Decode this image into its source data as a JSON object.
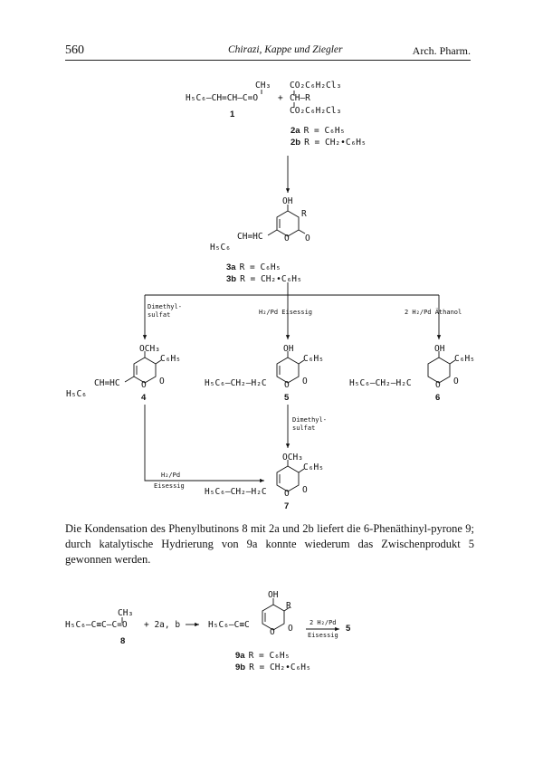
{
  "header": {
    "page_number": "560",
    "authors": "Chirazi, Kappe und Ziegler",
    "journal": "Arch. Pharm."
  },
  "scheme1": {
    "reactant1_ch3": "CH₃",
    "reactant1_formula": "H₅C₆–CH=CH–C=O",
    "plus": "+",
    "reactant2_top": "CO₂C₆H₂Cl₃",
    "reactant2_mid": "CH–R",
    "reactant2_bot": "CO₂C₆H₂Cl₃",
    "num_1": "1",
    "cmpd_2a": "R = C₆H₅",
    "cmpd_2a_num": "2a",
    "cmpd_2b": "R = CH₂•C₆H₅",
    "cmpd_2b_num": "2b",
    "p3_oh": "OH",
    "p3_r": "R",
    "p3_o1": "O",
    "p3_o2": "O",
    "p3_chain": "CH=HC",
    "p3_ph": "H₅C₆",
    "cmpd_3a_num": "3a",
    "cmpd_3a": "R = C₆H₅",
    "cmpd_3b_num": "3b",
    "cmpd_3b": "R = CH₂•C₆H₅",
    "reagent_left_1": "Dimethyl-",
    "reagent_left_2": "sulfat",
    "reagent_mid": "H₂/Pd  Eisessig",
    "reagent_right": "2 H₂/Pd  Äthanol",
    "p4_och3": "OCH₃",
    "p4_c6h5": "C₆H₅",
    "p4_o1": "O",
    "p4_o2": "O",
    "p4_chain": "CH=HC",
    "p4_ph": "H₅C₆",
    "num_4": "4",
    "p5_oh": "OH",
    "p5_c6h5": "C₆H₅",
    "p5_chain": "H₅C₆–CH₂–H₂C",
    "p5_o1": "O",
    "p5_o2": "O",
    "num_5": "5",
    "p6_oh": "OH",
    "p6_c6h5": "C₆H₅",
    "p6_chain": "H₅C₆–CH₂–H₂C",
    "p6_o1": "O",
    "p6_o2": "O",
    "num_6": "6",
    "reagent_5to7_1": "Dimethyl-",
    "reagent_5to7_2": "sulfat",
    "reagent_4to7_1": "H₂/Pd",
    "reagent_4to7_2": "Eisessig",
    "p7_och3": "OCH₃",
    "p7_c6h5": "C₆H₅",
    "p7_chain": "H₅C₆–CH₂–H₂C",
    "p7_o1": "O",
    "p7_o2": "O",
    "num_7": "7"
  },
  "paragraph": "Die Kondensation des Phenylbutinons 8 mit 2a und 2b liefert die 6-Phenäthinyl-pyrone 9; durch katalytische Hydrierung von 9a konnte wiederum das Zwischenprodukt 5 gewonnen werden.",
  "scheme2": {
    "ch3": "CH₃",
    "reactant": "H₅C₆–C≡C–C=O",
    "plus_reagent": "+ 2a, b",
    "arrow": "⟶",
    "product_chain": "H₅C₆–C≡C",
    "oh": "OH",
    "r": "R",
    "o1": "O",
    "o2": "O",
    "reagent_1": "2 H₂/Pd",
    "reagent_2": "Eisessig",
    "result": "5",
    "num_8": "8",
    "cmpd_9a_num": "9a",
    "cmpd_9a": "R = C₆H₅",
    "cmpd_9b_num": "9b",
    "cmpd_9b": "R = CH₂•C₆H₅"
  }
}
